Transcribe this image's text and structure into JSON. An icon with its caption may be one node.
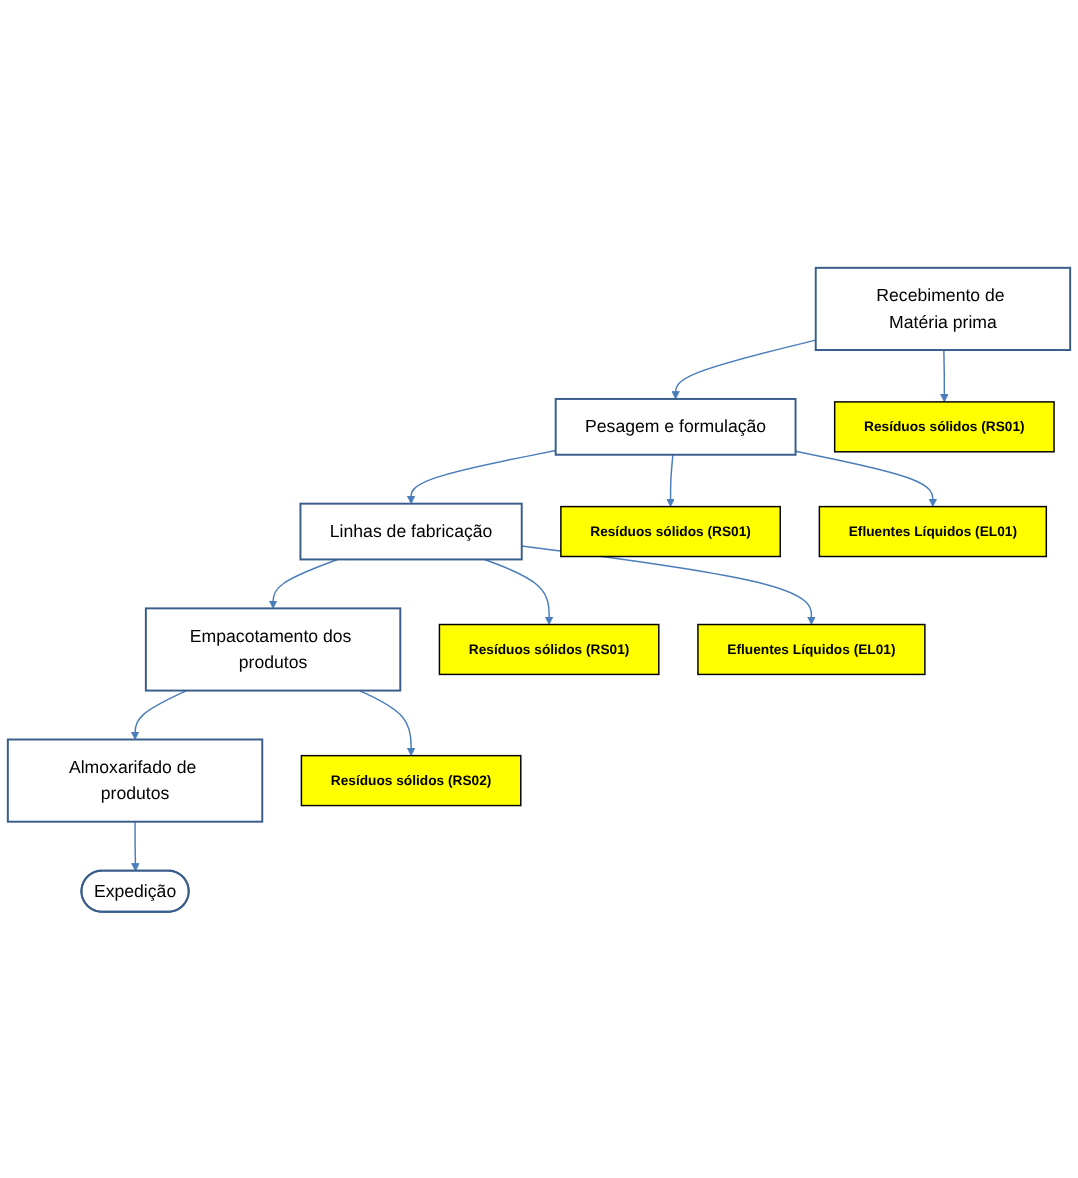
{
  "diagram": {
    "nodes": [
      {
        "text": [
          "Recebimento de Matéria prima"
        ]
      },
      {
        "text": [
          "Resíduos sólidos (RS01)"
        ]
      },
      {
        "text": [
          "Pesagem e formulação"
        ]
      },
      {
        "text": [
          "Resíduos sólidos (RS01)"
        ]
      },
      {
        "text": [
          "Efluentes Líquidos (EL01)"
        ]
      },
      {
        "text": [
          "Linhas de fabricação"
        ]
      },
      {
        "text": [
          "Resíduos sólidos (RS01)"
        ]
      },
      {
        "text": [
          "Efluentes Líquidos (EL01)"
        ]
      },
      {
        "text": [
          "Empacotamento dos produtos"
        ]
      },
      {
        "text": [
          "Resíduos sólidos (RS02)"
        ]
      },
      {
        "text": [
          "Almoxarifado de produtos"
        ]
      },
      {
        "text": [
          "Expedição"
        ]
      }
    ],
    "edges": [
      {
        "from": 0,
        "to": 1,
        "arrow": "to"
      },
      {
        "from": 0,
        "to": 2,
        "arrow": "to"
      },
      {
        "from": 2,
        "to": 3,
        "arrow": "to"
      },
      {
        "from": 2,
        "to": 4,
        "arrow": "to"
      },
      {
        "from": 2,
        "to": 5,
        "arrow": "to"
      },
      {
        "from": 5,
        "to": 6,
        "arrow": "to"
      },
      {
        "from": 5,
        "to": 7,
        "arrow": "to"
      },
      {
        "from": 5,
        "to": 8,
        "arrow": "to"
      },
      {
        "from": 8,
        "to": 9,
        "arrow": "to"
      },
      {
        "from": 8,
        "to": 10,
        "arrow": "to"
      },
      {
        "from": 10,
        "to": 11,
        "arrow": "to"
      }
    ]
  }
}
